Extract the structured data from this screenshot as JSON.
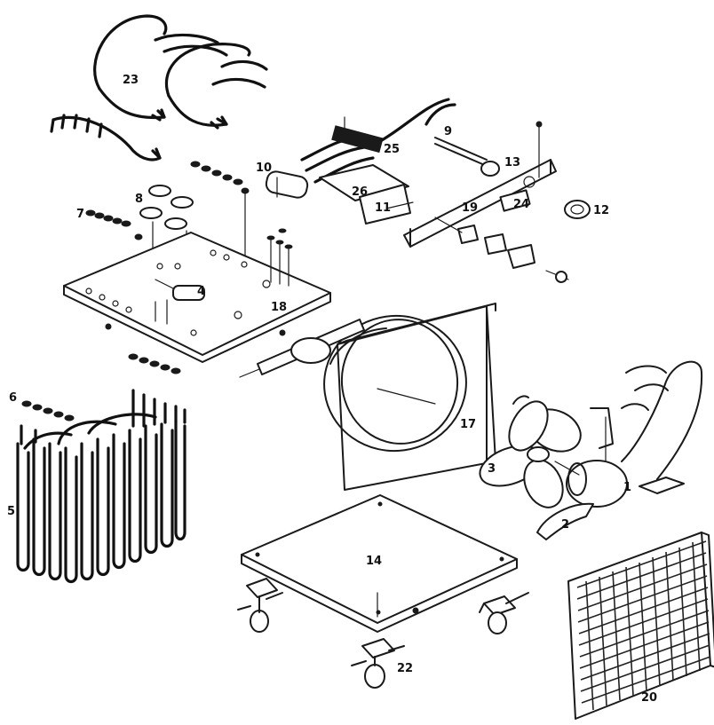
{
  "callouts": [
    {
      "id": "c1",
      "text": "1"
    },
    {
      "id": "c2",
      "text": "2"
    },
    {
      "id": "c3",
      "text": "3"
    },
    {
      "id": "c4",
      "text": "4"
    },
    {
      "id": "c5",
      "text": "5"
    },
    {
      "id": "c6",
      "text": "6"
    },
    {
      "id": "c7",
      "text": "7"
    },
    {
      "id": "c8",
      "text": "8"
    },
    {
      "id": "c9",
      "text": "9"
    },
    {
      "id": "c10",
      "text": "10"
    },
    {
      "id": "c11",
      "text": "11"
    },
    {
      "id": "c12",
      "text": "12"
    },
    {
      "id": "c13",
      "text": "13"
    },
    {
      "id": "c14",
      "text": "14"
    },
    {
      "id": "c17",
      "text": "17"
    },
    {
      "id": "c18",
      "text": "18"
    },
    {
      "id": "c19",
      "text": "19"
    },
    {
      "id": "c20",
      "text": "20"
    },
    {
      "id": "c22",
      "text": "22"
    },
    {
      "id": "c23",
      "text": "23"
    },
    {
      "id": "c24",
      "text": "24"
    },
    {
      "id": "c25",
      "text": "25"
    },
    {
      "id": "c26",
      "text": "26"
    }
  ]
}
